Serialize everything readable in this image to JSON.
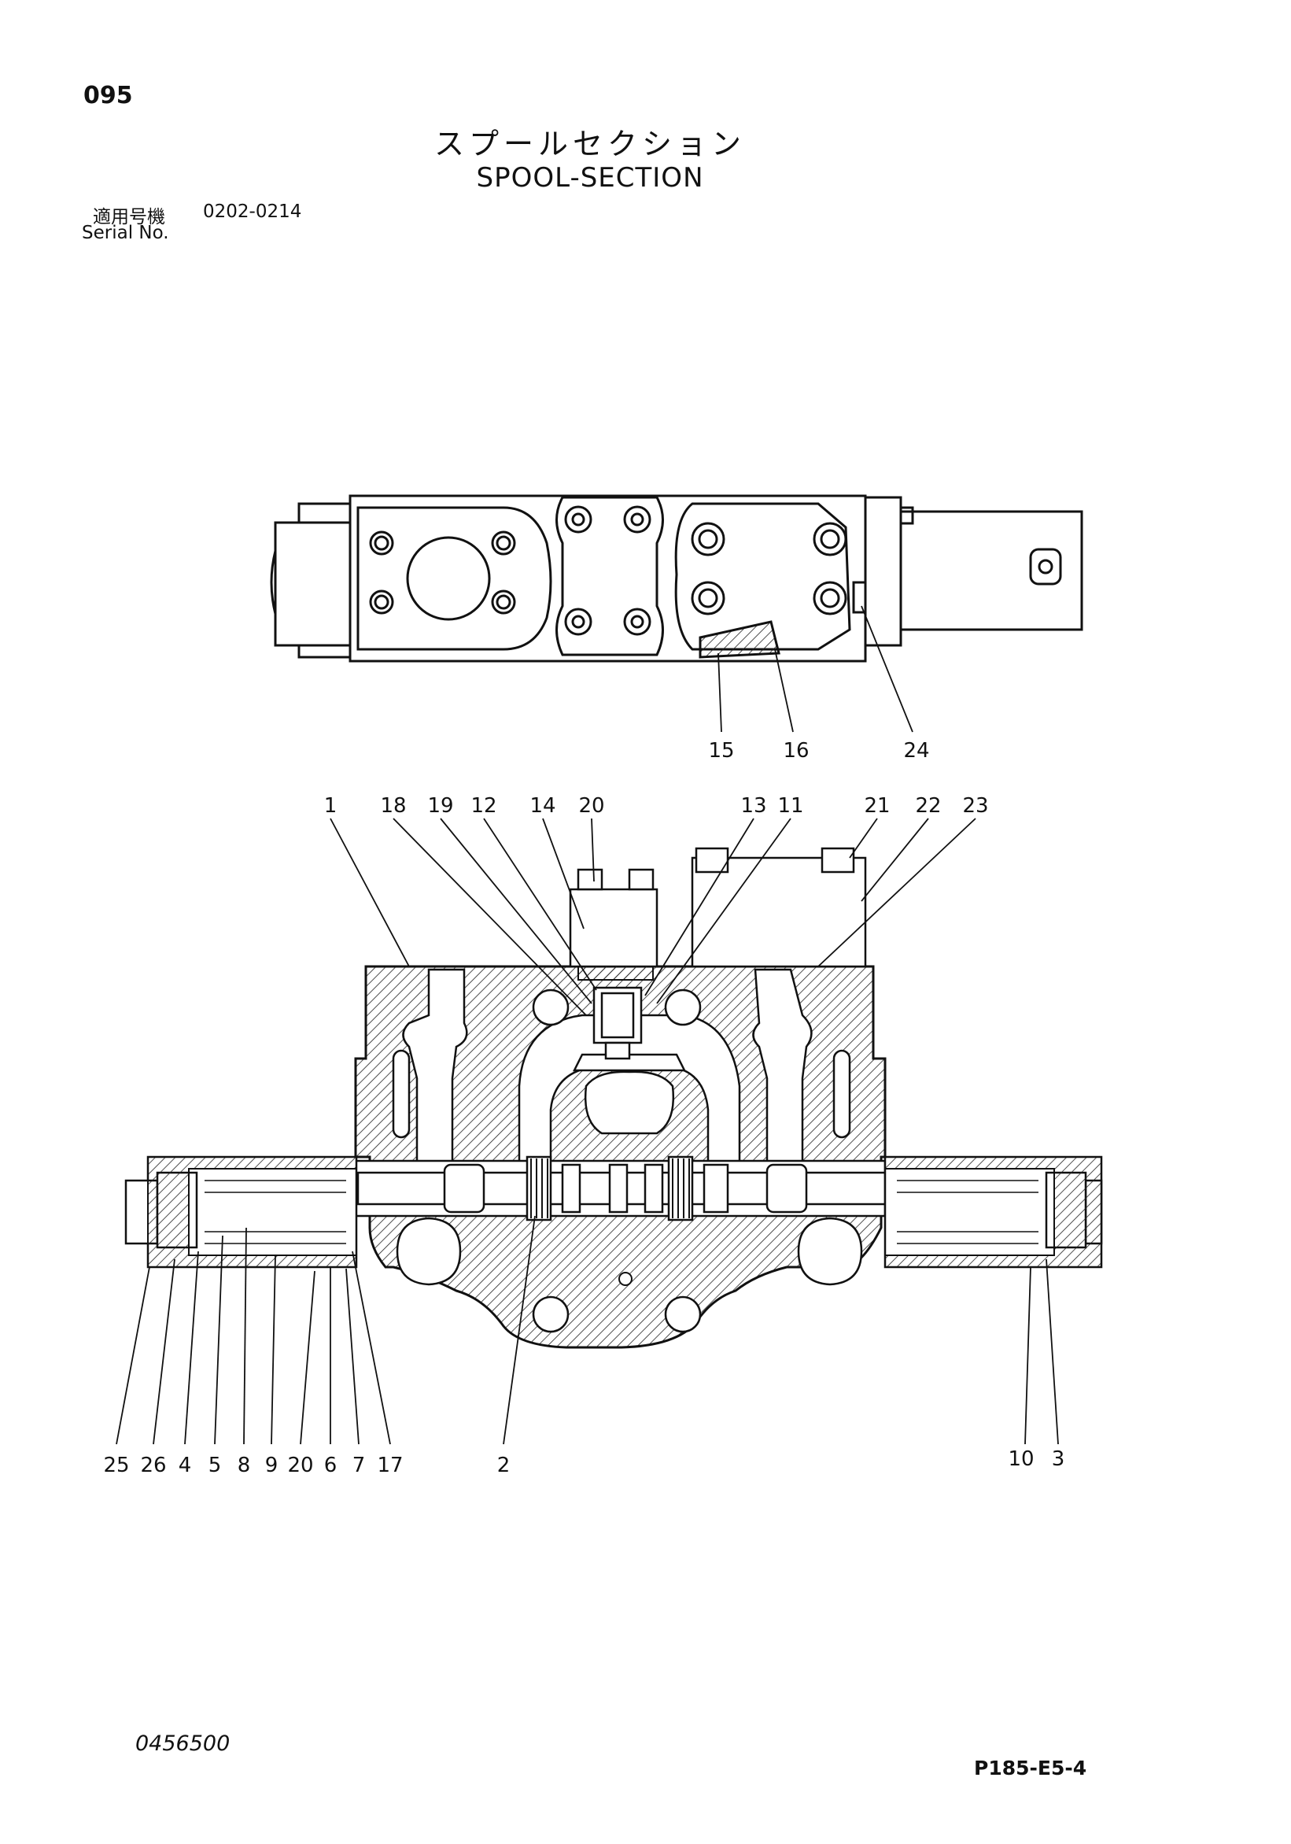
{
  "header": {
    "page_number": "095",
    "title_jp": "スプールセクション",
    "title_en": "SPOOL-SECTION",
    "serial_label_jp": "適用号機",
    "serial_range": "0202-0214",
    "serial_label_en": "Serial No."
  },
  "footer": {
    "doc_number": "0456500",
    "figure_code": "P185-E5-4"
  },
  "diagram": {
    "top_view_callouts": [
      "15",
      "16",
      "24"
    ],
    "section_top_callouts": [
      "1",
      "18",
      "19",
      "12",
      "14",
      "20",
      "13",
      "11",
      "21",
      "22",
      "23"
    ],
    "section_bottom_callouts": [
      "25",
      "26",
      "4",
      "5",
      "8",
      "9",
      "20",
      "6",
      "7",
      "17",
      "2",
      "10",
      "3"
    ]
  },
  "colors": {
    "ink": "#111111",
    "paper": "#ffffff"
  }
}
